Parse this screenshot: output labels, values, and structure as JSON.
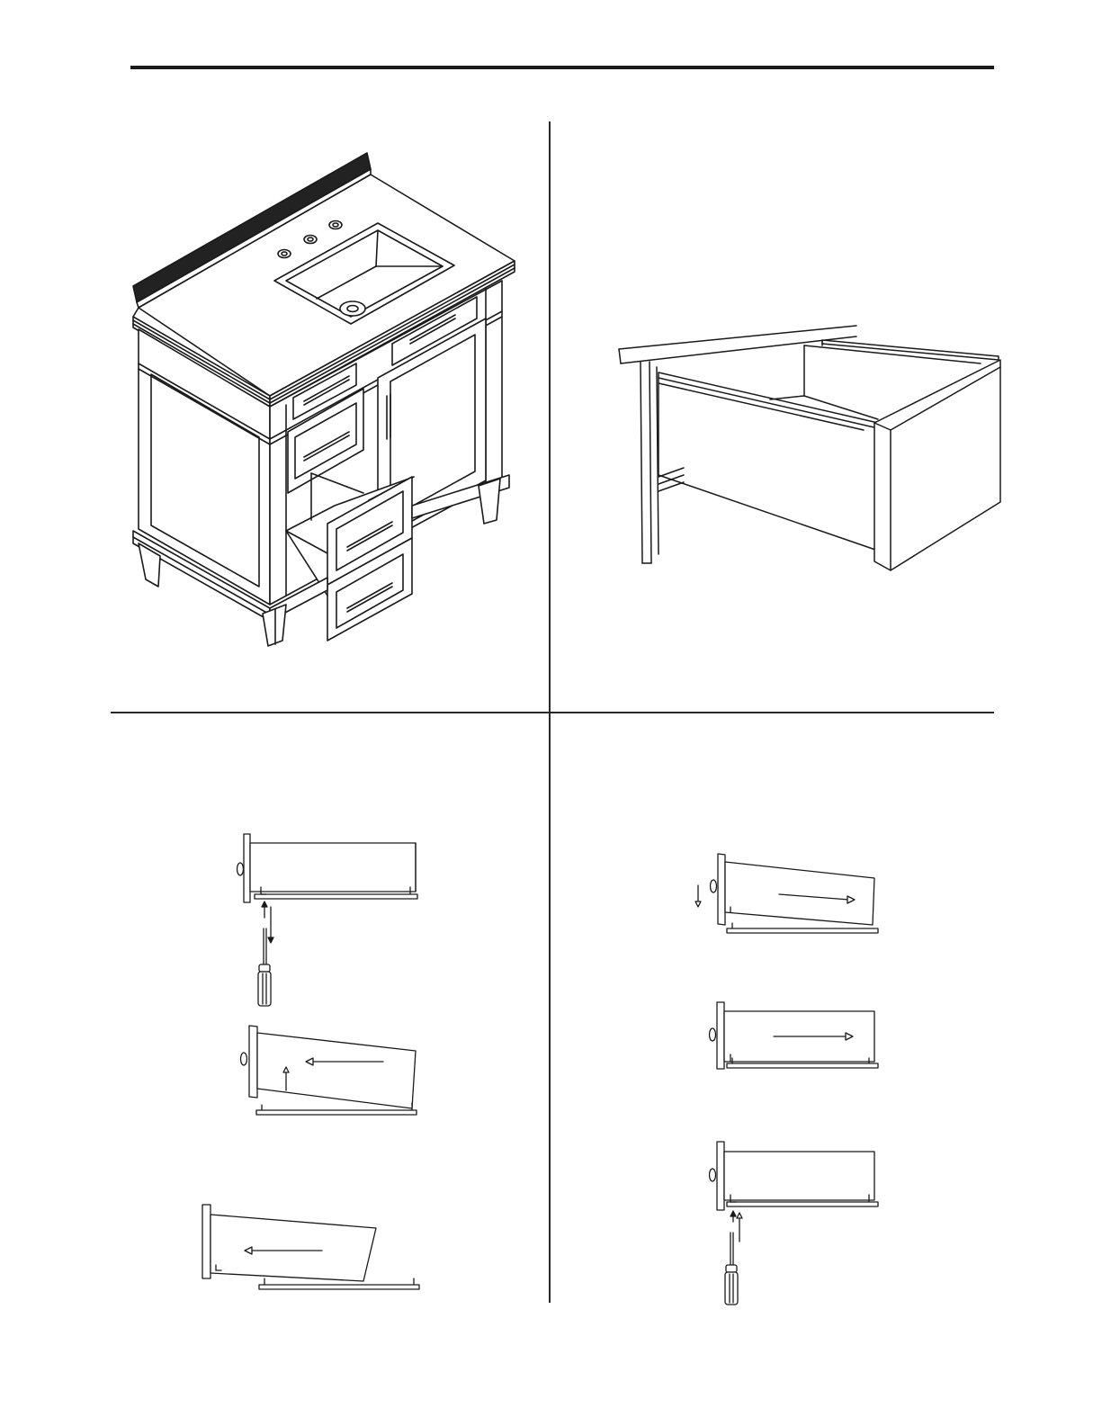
{
  "page": {
    "background_color": "#ffffff",
    "line_color": "#1a1a1a"
  },
  "panels": [
    {
      "id": "vanity-overview",
      "icon": "vanity-cabinet-illustration"
    },
    {
      "id": "drawer-slide-closeup",
      "icon": "drawer-slide-closeup-illustration"
    },
    {
      "id": "drawer-removal-steps",
      "icon": "drawer-removal-diagram"
    },
    {
      "id": "drawer-installation-steps",
      "icon": "drawer-installation-diagram"
    }
  ]
}
